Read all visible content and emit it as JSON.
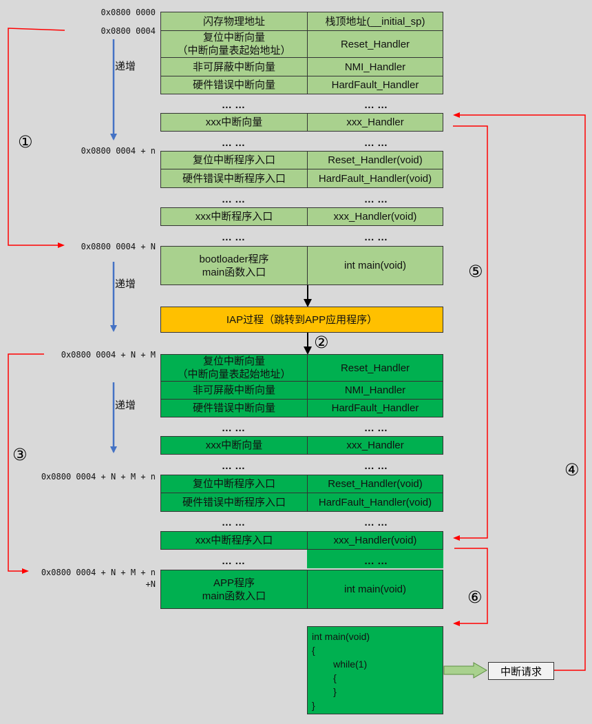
{
  "addresses": {
    "a0": "0x0800 0000",
    "a4": "0x0800 0004",
    "a4n": "0x0800 0004 + n",
    "a4N": "0x0800 0004 + N",
    "a4NM": "0x0800 0004 + N + M",
    "a4NMn": "0x0800 0004 + N + M + n",
    "a4NMnN_1": "0x0800 0004 + N + M + n",
    "a4NMnN_2": "+N"
  },
  "increase_label": "递增",
  "markers": {
    "m1": "①",
    "m2": "②",
    "m3": "③",
    "m4": "④",
    "m5": "⑤",
    "m6": "⑥"
  },
  "dots": "… …",
  "upper_table": {
    "r1": {
      "left": "闪存物理地址",
      "right": "栈顶地址(__initial_sp)"
    },
    "r2": {
      "left": "复位中断向量\n（中断向量表起始地址）",
      "right": "Reset_Handler"
    },
    "r3": {
      "left": "非可屏蔽中断向量",
      "right": "NMI_Handler"
    },
    "r4": {
      "left": "硬件错误中断向量",
      "right": "HardFault_Handler"
    },
    "r5": {
      "left": "xxx中断向量",
      "right": "xxx_Handler"
    },
    "r6": {
      "left": "复位中断程序入口",
      "right": "Reset_Handler(void)"
    },
    "r7": {
      "left": "硬件错误中断程序入口",
      "right": "HardFault_Handler(void)"
    },
    "r8": {
      "left": "xxx中断程序入口",
      "right": "xxx_Handler(void)"
    },
    "r9": {
      "left": "bootloader程序\nmain函数入口",
      "right": "int main(void)"
    }
  },
  "iap": "IAP过程（跳转到APP应用程序）",
  "lower_table": {
    "r2": {
      "left": "复位中断向量\n（中断向量表起始地址）",
      "right": "Reset_Handler"
    },
    "r3": {
      "left": "非可屏蔽中断向量",
      "right": "NMI_Handler"
    },
    "r4": {
      "left": "硬件错误中断向量",
      "right": "HardFault_Handler"
    },
    "r5": {
      "left": "xxx中断向量",
      "right": "xxx_Handler"
    },
    "r6": {
      "left": "复位中断程序入口",
      "right": "Reset_Handler(void)"
    },
    "r7": {
      "left": "硬件错误中断程序入口",
      "right": "HardFault_Handler(void)"
    },
    "r8": {
      "left": "xxx中断程序入口",
      "right": "xxx_Handler(void)"
    },
    "r9": {
      "left": "APP程序\nmain函数入口",
      "right": "int main(void)"
    }
  },
  "code_lines": [
    "int main(void)",
    "{",
    "        while(1)",
    "        {",
    "        }",
    "}"
  ],
  "interrupt_request": "中断请求",
  "colors": {
    "light_green": "#a9d18e",
    "dark_green": "#00b050",
    "orange": "#ffc000",
    "red": "#ff0000",
    "blue": "#4472c4"
  }
}
